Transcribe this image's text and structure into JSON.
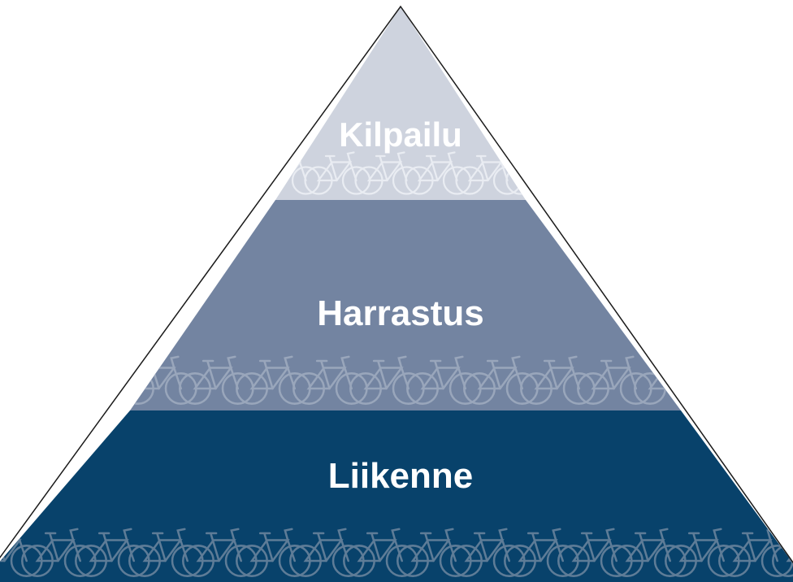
{
  "pyramid": {
    "tiers": [
      {
        "label": "Kilpailu",
        "color": "#ced3de",
        "bike_color": "#e9ecf2"
      },
      {
        "label": "Harrastus",
        "color": "#7384a1",
        "bike_color": "#99a6bb"
      },
      {
        "label": "Liikenne",
        "color": "#08426b",
        "bike_color": "#5e7c97"
      }
    ],
    "outline_color": "#1a1a1a"
  }
}
